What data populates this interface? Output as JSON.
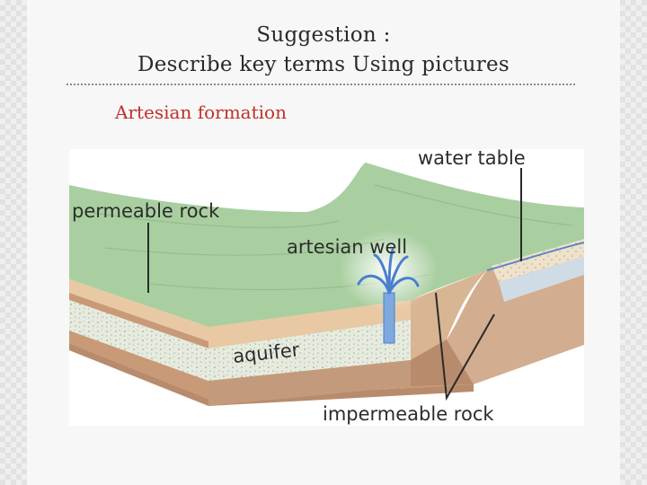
{
  "slide": {
    "title_line1": "Suggestion :",
    "title_line2": "Describe key terms Using pictures",
    "subheading": "Artesian formation",
    "subheading_color": "#c0302a"
  },
  "figure": {
    "labels": {
      "water_table": "water table",
      "permeable_rock": "permeable rock",
      "artesian_well": "artesian well",
      "aquifer": "aquifer",
      "impermeable_rock": "impermeable rock"
    },
    "colors": {
      "surface": "#a9cfa0",
      "aquifer": "#dfe6d9",
      "impermeable": "#c39a7c",
      "water": "#4a7fd0"
    }
  }
}
